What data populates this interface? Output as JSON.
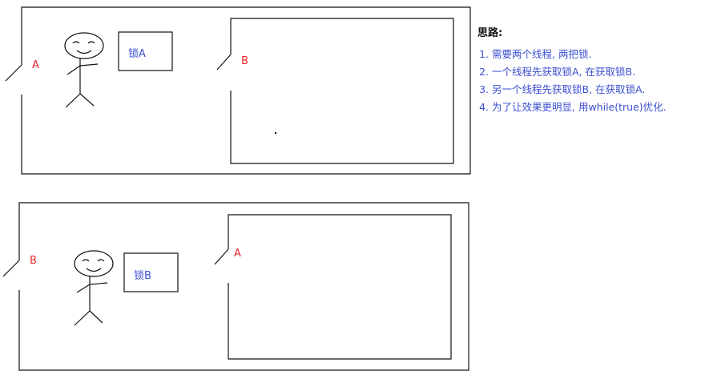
{
  "scene_top": {
    "door_label": "A",
    "lock_box_label": "锁A",
    "inner_door_label": "B"
  },
  "scene_bottom": {
    "door_label": "B",
    "lock_box_label": "锁B",
    "inner_door_label": "A"
  },
  "notes": {
    "title": "思路:",
    "items": [
      "需要两个线程, 两把锁.",
      "一个线程先获取锁A, 在获取锁B.",
      "另一个线程先获取锁B, 在获取锁A.",
      "为了让效果更明显, 用while(true)优化."
    ]
  },
  "colors": {
    "door_label": "#e8262b",
    "lock_label": "#3b4fd0",
    "notes_text": "#3b4fd0",
    "lines": "#111111"
  }
}
